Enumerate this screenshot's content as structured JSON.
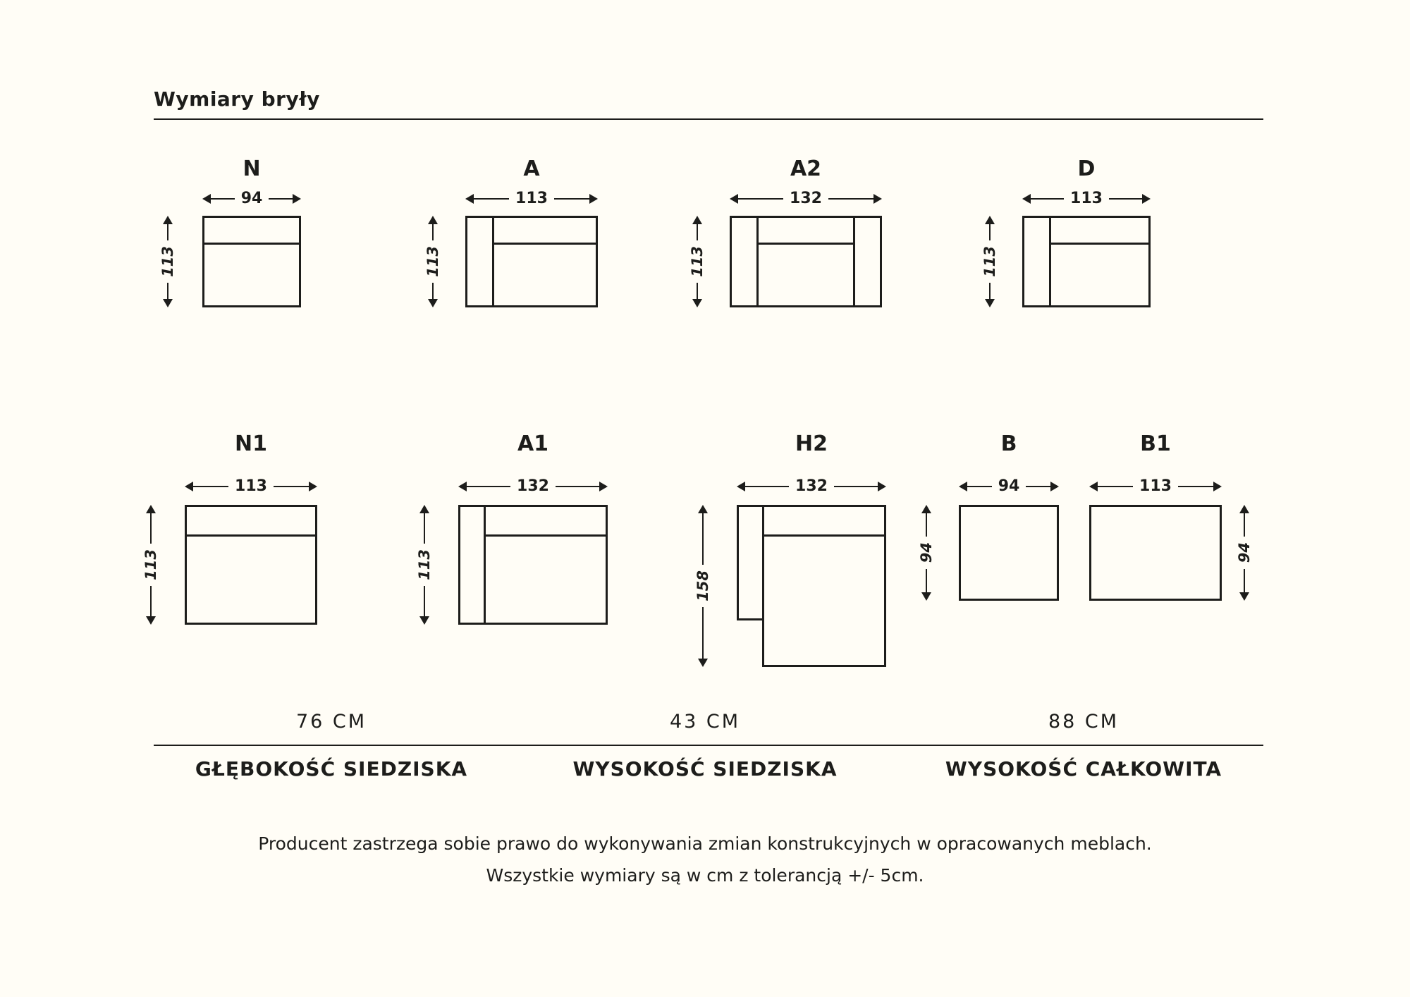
{
  "title": "Wymiary bryły",
  "modules": [
    {
      "label": "N",
      "width": "94",
      "height": "113"
    },
    {
      "label": "A",
      "width": "113",
      "height": "113"
    },
    {
      "label": "A2",
      "width": "132",
      "height": "113"
    },
    {
      "label": "D",
      "width": "113",
      "height": "113"
    },
    {
      "label": "N1",
      "width": "113",
      "height": "113"
    },
    {
      "label": "A1",
      "width": "132",
      "height": "113"
    },
    {
      "label": "H2",
      "width": "132",
      "height": "158"
    },
    {
      "label": "B",
      "width": "94",
      "height": "94"
    },
    {
      "label": "B1",
      "width": "113",
      "height": "94"
    }
  ],
  "specs": [
    {
      "value": "76 CM",
      "label": "GŁĘBOKOŚĆ SIEDZISKA"
    },
    {
      "value": "43 CM",
      "label": "WYSOKOŚĆ SIEDZISKA"
    },
    {
      "value": "88 CM",
      "label": "WYSOKOŚĆ CAŁKOWITA"
    }
  ],
  "footer": {
    "line1": "Producent zastrzega sobie prawo do wykonywania zmian konstrukcyjnych w opracowanych meblach.",
    "line2": "Wszystkie wymiary są w cm z tolerancją +/- 5cm."
  },
  "colors": {
    "text": "#1d1d1b",
    "background": "#fffdf6"
  }
}
